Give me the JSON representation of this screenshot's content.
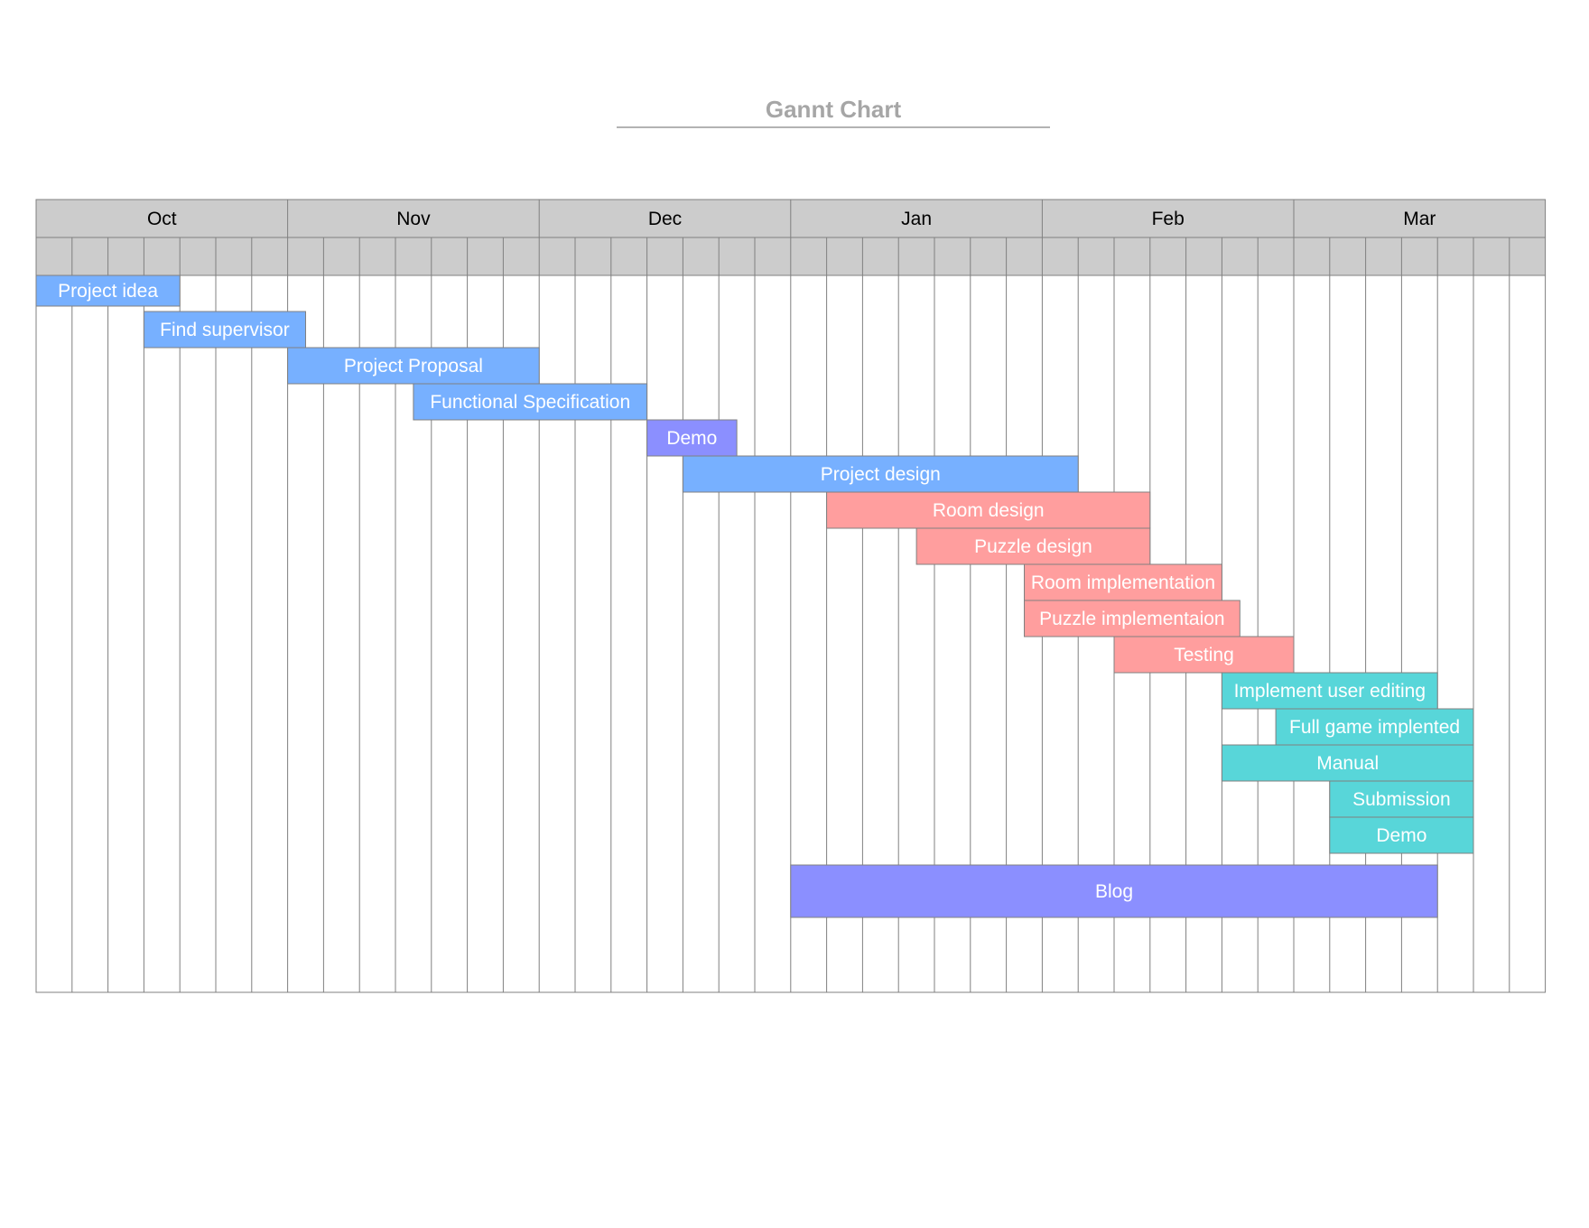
{
  "chart_data": {
    "type": "gantt",
    "title": "Gannt Chart",
    "months": [
      "Oct",
      "Nov",
      "Dec",
      "Jan",
      "Feb",
      "Mar"
    ],
    "subdivisions_per_month": 7,
    "grid": true,
    "colors": {
      "header_fill": "#cccccc",
      "grid_line": "#808080",
      "blue": "#77b0ff",
      "purple": "#8b8fff",
      "red": "#ff9e9e",
      "teal": "#58d6d9",
      "title": "#a6a6a6"
    },
    "tasks": [
      {
        "name": "Project idea",
        "start": 0,
        "end": 4,
        "color": "blue"
      },
      {
        "name": "Find supervisor",
        "start": 3,
        "end": 7.5,
        "color": "blue"
      },
      {
        "name": "Project Proposal",
        "start": 7,
        "end": 14,
        "color": "blue"
      },
      {
        "name": "Functional Specification",
        "start": 10.5,
        "end": 17,
        "color": "blue"
      },
      {
        "name": "Demo",
        "start": 17,
        "end": 19.5,
        "color": "purple"
      },
      {
        "name": "Project design",
        "start": 18,
        "end": 29,
        "color": "blue"
      },
      {
        "name": "Room design",
        "start": 22,
        "end": 31,
        "color": "red"
      },
      {
        "name": "Puzzle design",
        "start": 24.5,
        "end": 31,
        "color": "red"
      },
      {
        "name": "Room implementation",
        "start": 27.5,
        "end": 33,
        "color": "red"
      },
      {
        "name": "Puzzle implementaion",
        "start": 27.5,
        "end": 33.5,
        "color": "red"
      },
      {
        "name": "Testing",
        "start": 30,
        "end": 35,
        "color": "red"
      },
      {
        "name": "Implement user editing",
        "start": 33,
        "end": 39,
        "color": "teal"
      },
      {
        "name": "Full game implented",
        "start": 34.5,
        "end": 40,
        "color": "teal"
      },
      {
        "name": "Manual",
        "start": 33,
        "end": 40,
        "color": "teal"
      },
      {
        "name": "Submission",
        "start": 36,
        "end": 40,
        "color": "teal"
      },
      {
        "name": "Demo",
        "start": 36,
        "end": 40,
        "color": "teal"
      },
      {
        "name": "Blog",
        "start": 21,
        "end": 39,
        "color": "purple"
      }
    ]
  }
}
